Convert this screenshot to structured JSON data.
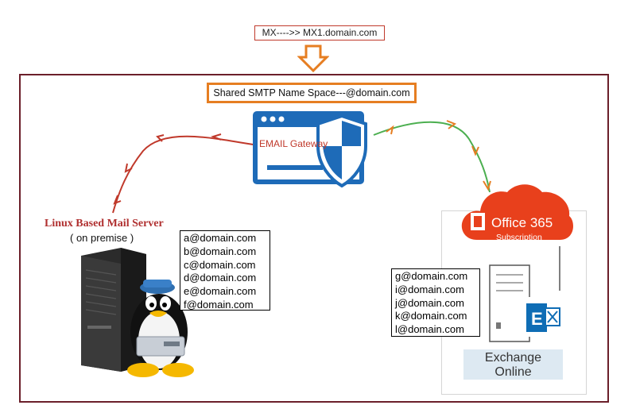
{
  "mx_record": "MX---->> MX1.domain.com",
  "shared_namespace": "Shared SMTP Name Space---@domain.com",
  "gateway_label": "EMAIL Gateway",
  "linux": {
    "title": "Linux Based Mail Server",
    "subtitle": "( on premise )",
    "addresses": [
      "a@domain.com",
      "b@domain.com",
      "c@domain.com",
      "d@domain.com",
      "e@domain.com",
      "f@domain.com"
    ]
  },
  "office365": {
    "brand": "Office 365",
    "subscription": "Subscription",
    "exchange_line1": "Exchange",
    "exchange_line2": "Online",
    "addresses": [
      "g@domain.com",
      "i@domain.com",
      "j@domain.com",
      "k@domain.com",
      "l@domain.com"
    ]
  },
  "colors": {
    "frame": "#6b1f2a",
    "accent_orange": "#e67e22",
    "red_arrow": "#c0392b",
    "green_arrow": "#4caf50",
    "gateway_blue": "#1e6bb8",
    "office_red": "#e8401c",
    "exchange_blue": "#0f6db5"
  }
}
